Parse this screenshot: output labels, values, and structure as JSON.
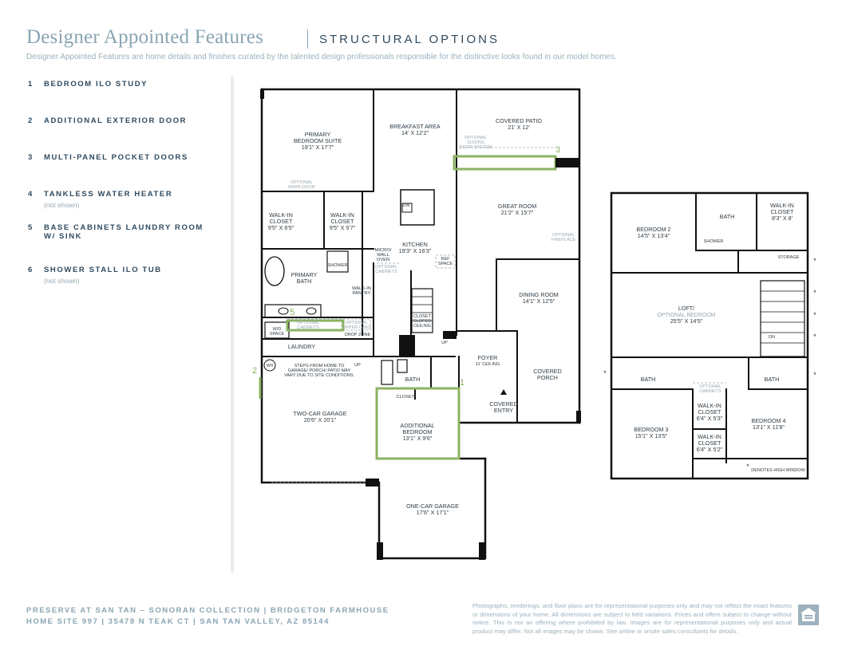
{
  "header": {
    "title": "Designer Appointed Features",
    "subtitle": "STRUCTURAL OPTIONS",
    "description": "Designer Appointed Features are home details and finishes curated by the talented design professionals responsible for the distinctive looks found in our model homes."
  },
  "features": [
    {
      "num": "1",
      "title": "BEDROOM ILO STUDY",
      "note": ""
    },
    {
      "num": "2",
      "title": "ADDITIONAL EXTERIOR DOOR",
      "note": ""
    },
    {
      "num": "3",
      "title": "MULTI-PANEL POCKET DOORS",
      "note": ""
    },
    {
      "num": "4",
      "title": "TANKLESS WATER HEATER",
      "note": "(not shown)"
    },
    {
      "num": "5",
      "title": "BASE CABINETS LAUNDRY ROOM W/ SINK",
      "note": ""
    },
    {
      "num": "6",
      "title": "SHOWER STALL ILO TUB",
      "note": "(not shown)"
    }
  ],
  "floorplan": {
    "rooms": {
      "primary_suite": [
        "PRIMARY",
        "BEDROOM SUITE",
        "19'1\" X 17'7\""
      ],
      "breakfast": [
        "BREAKFAST AREA",
        "14' X 12'2\""
      ],
      "covered_patio": [
        "COVERED PATIO",
        "21' X 12'"
      ],
      "opt_sliding": [
        "OPTIONAL",
        "SLIDING",
        "DOOR SYSTEM"
      ],
      "opt_barn": [
        "OPTIONAL",
        "BARN DOOR"
      ],
      "wic1": [
        "WALK-IN",
        "CLOSET",
        "9'5\" X 6'5\""
      ],
      "wic2": [
        "WALK-IN",
        "CLOSET",
        "9'5\" X 5'7\""
      ],
      "great_room": [
        "GREAT ROOM",
        "21'2\" X 15'7\""
      ],
      "opt_fireplace": [
        "OPTIONAL",
        "FIREPLACE"
      ],
      "dw": "DW",
      "micro": [
        "MICRO/",
        "WALL",
        "OVEN"
      ],
      "kitchen": [
        "KITCHEN",
        "19'3\" X 16'3\""
      ],
      "opt_cabinets_k": [
        "OPTIONAL",
        "CABINETS"
      ],
      "ref": [
        "REF",
        "SPACE"
      ],
      "shower": "SHOWER",
      "primary_bath": [
        "PRIMARY",
        "BATH"
      ],
      "pantry": [
        "WALK-IN",
        "PANTRY"
      ],
      "dining": [
        "DINING ROOM",
        "14'1\" X 12'5\""
      ],
      "closet_sloped": [
        "CLOSET",
        "SLOPED",
        "CEILING"
      ],
      "up": "UP",
      "wd": [
        "W/D",
        "SPACE"
      ],
      "opt_cab_l": [
        "OPTIONAL",
        "CABINETS"
      ],
      "opt_upper": [
        "OPTIONAL",
        "UPPER CABS"
      ],
      "drop_zone": "DROP ZONE",
      "laundry": "LAUNDRY",
      "wh": "WH",
      "steps": [
        "STEPS FROM HOME TO",
        "GARAGE/ PORCH/ PATIO MAY",
        "VARY DUE TO SITE CONDITIONS."
      ],
      "bath1": "BATH",
      "foyer": [
        "FOYER",
        "11' CEILING"
      ],
      "covered_porch": [
        "COVERED",
        "PORCH"
      ],
      "closet": "CLOSET",
      "covered_entry": [
        "COVERED",
        "ENTRY"
      ],
      "addl_bedroom": [
        "ADDITIONAL",
        "BEDROOM",
        "13'1\" X 9'6\""
      ],
      "two_car": [
        "TWO-CAR GARAGE",
        "20'6\" X 20'1\""
      ],
      "one_car": [
        "ONE-CAR GARAGE",
        "17'6\" X 17'1\""
      ],
      "bedroom2": [
        "BEDROOM 2",
        "14'5\" X 13'4\""
      ],
      "bath2": "BATH",
      "wic3": [
        "WALK-IN",
        "CLOSET",
        "8'3\" X 8'"
      ],
      "shower2": "SHOWER",
      "storage": "STORAGE",
      "loft": [
        "LOFT/",
        "OPTIONAL BEDROOM",
        "25'5\" X 14'5\""
      ],
      "dn": "DN",
      "bath3": "BATH",
      "bath4": "BATH",
      "opt_cab_u": [
        "OPTIONAL",
        "CABINETS"
      ],
      "wic4": [
        "WALK-IN",
        "CLOSET",
        "6'4\" X 5'3\""
      ],
      "wic5": [
        "WALK-IN",
        "CLOSET",
        "6'4\" X 5'2\""
      ],
      "bedroom3": [
        "BEDROOM 3",
        "15'1\" X 13'5\""
      ],
      "bedroom4": [
        "BEDROOM 4",
        "13'1\" X 11'8\""
      ],
      "high_window": "DENOTES HIGH WINDOW",
      "star": "*"
    },
    "markers": {
      "m1": "1",
      "m2": "2",
      "m3": "3",
      "m5": "5"
    }
  },
  "footer": {
    "line1": "PRESERVE AT SAN TAN – SONORAN COLLECTION  |  BRIDGETON FARMHOUSE",
    "line2": "HOME SITE 997  |  35478 N TEAK CT  |  SAN TAN VALLEY, AZ 85144",
    "disclaimer": "Photographs, renderings, and floor plans are for representational purposes only and may not reflect the exact features or dimensions of your home. All dimensions are subject to field variations. Prices and offers subject to change without notice. This is not an offering where prohibited by law. Images are for representational purposes only and actual product may differ. Not all images may be shown. See online or onsite sales consultants for details."
  },
  "colors": {
    "accent": "#8aa5b3",
    "navy": "#2f4a5f",
    "option_green": "#8cb363"
  },
  "icons": {
    "equal_housing": "equal-housing-icon"
  }
}
